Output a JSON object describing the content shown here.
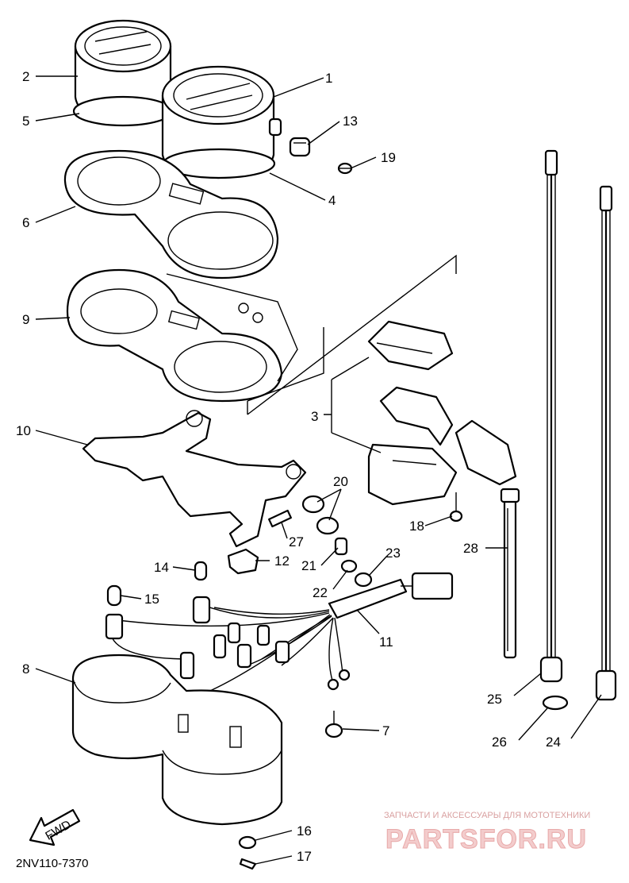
{
  "labels": {
    "p1": "1",
    "p2": "2",
    "p3": "3",
    "p4": "4",
    "p5": "5",
    "p6": "6",
    "p7": "7",
    "p8": "8",
    "p9": "9",
    "p10": "10",
    "p11": "11",
    "p12": "12",
    "p13": "13",
    "p14": "14",
    "p15": "15",
    "p16": "16",
    "p17": "17",
    "p18": "18",
    "p19": "19",
    "p20": "20",
    "p21": "21",
    "p22": "22",
    "p23": "23",
    "p24": "24",
    "p25": "25",
    "p26": "26",
    "p27": "27",
    "p28": "28"
  },
  "fwd_label": "FWD",
  "diagram_code": "2NV110-7370",
  "watermark": {
    "tagline": "ЗАПЧАСТИ И АКСЕССУАРЫ ДЛЯ МОТОТЕХНИКИ",
    "brand": "PARTSFOR.RU"
  }
}
